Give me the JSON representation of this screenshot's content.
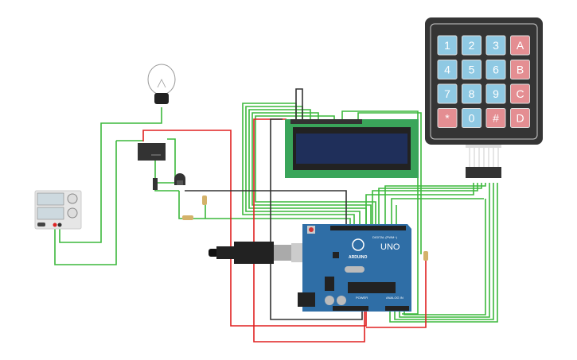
{
  "keypad": {
    "keys": [
      {
        "label": "1",
        "color": "#8fc9e3"
      },
      {
        "label": "2",
        "color": "#8fc9e3"
      },
      {
        "label": "3",
        "color": "#8fc9e3"
      },
      {
        "label": "A",
        "color": "#e48e92"
      },
      {
        "label": "4",
        "color": "#8fc9e3"
      },
      {
        "label": "5",
        "color": "#8fc9e3"
      },
      {
        "label": "6",
        "color": "#8fc9e3"
      },
      {
        "label": "B",
        "color": "#e48e92"
      },
      {
        "label": "7",
        "color": "#8fc9e3"
      },
      {
        "label": "8",
        "color": "#8fc9e3"
      },
      {
        "label": "9",
        "color": "#8fc9e3"
      },
      {
        "label": "C",
        "color": "#e48e92"
      },
      {
        "label": "*",
        "color": "#e48e92"
      },
      {
        "label": "0",
        "color": "#8fc9e3"
      },
      {
        "label": "#",
        "color": "#e48e92"
      },
      {
        "label": "D",
        "color": "#e48e92"
      }
    ]
  },
  "arduino": {
    "model": "UNO",
    "brand": "ARDUINO",
    "digital_label": "DIGITAL (PWM~)",
    "power_label": "POWER",
    "analog_label": "ANALOG IN",
    "color": "#2f6ea6"
  },
  "colors": {
    "wire_green": "#3cb83c",
    "wire_red": "#e02020",
    "wire_black": "#333333",
    "lcd_board": "#3aa55a",
    "lcd_screen": "#1f2f5a"
  }
}
